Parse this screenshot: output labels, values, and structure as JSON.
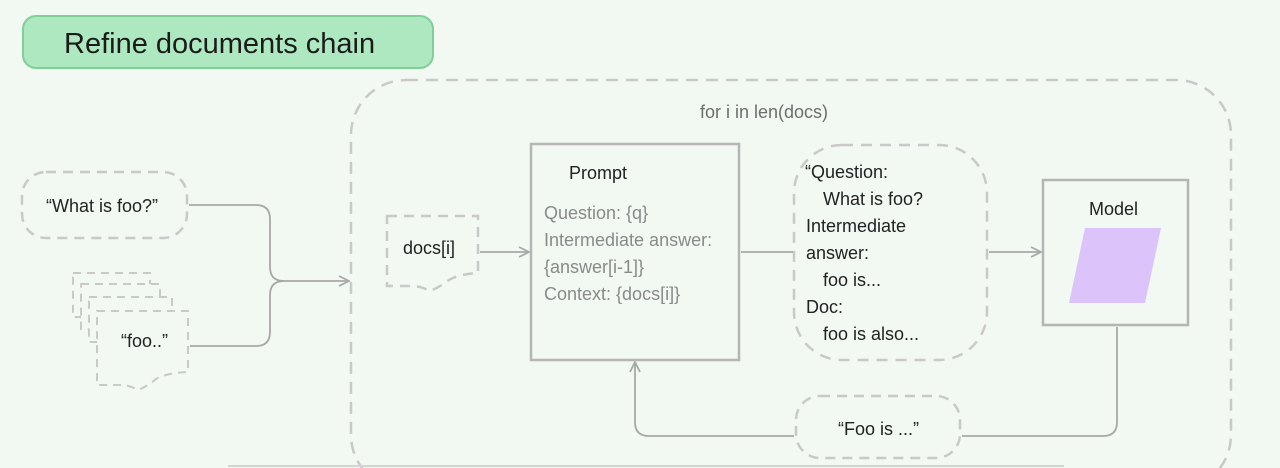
{
  "title": "Refine documents chain",
  "loop": {
    "label": "for i in len(docs)"
  },
  "inputs": {
    "question": "“What is foo?”",
    "docs": "“foo..”"
  },
  "docs_node": {
    "label": "docs[i]"
  },
  "prompt": {
    "title": "Prompt",
    "lines": [
      "Question: {q}",
      "Intermediate answer:",
      "{answer[i-1]}",
      "Context: {docs[i]}"
    ]
  },
  "filled_prompt": {
    "lines": [
      "“Question:",
      "What is foo?",
      "Intermediate",
      "answer:",
      "foo is...",
      "Doc:",
      "foo is also..."
    ]
  },
  "model": {
    "title": "Model"
  },
  "output": {
    "label": "“Foo is ...”"
  },
  "colors": {
    "background": "#f2f8f2",
    "title_fill": "#aee8c1",
    "title_border": "#7fcf98",
    "model_fill": "#dcc4fb",
    "dashed_border": "#c9c9c9",
    "box_border": "#b5b5b5",
    "arrow": "#a8a8a8",
    "muted_text": "#8a8a8a"
  }
}
